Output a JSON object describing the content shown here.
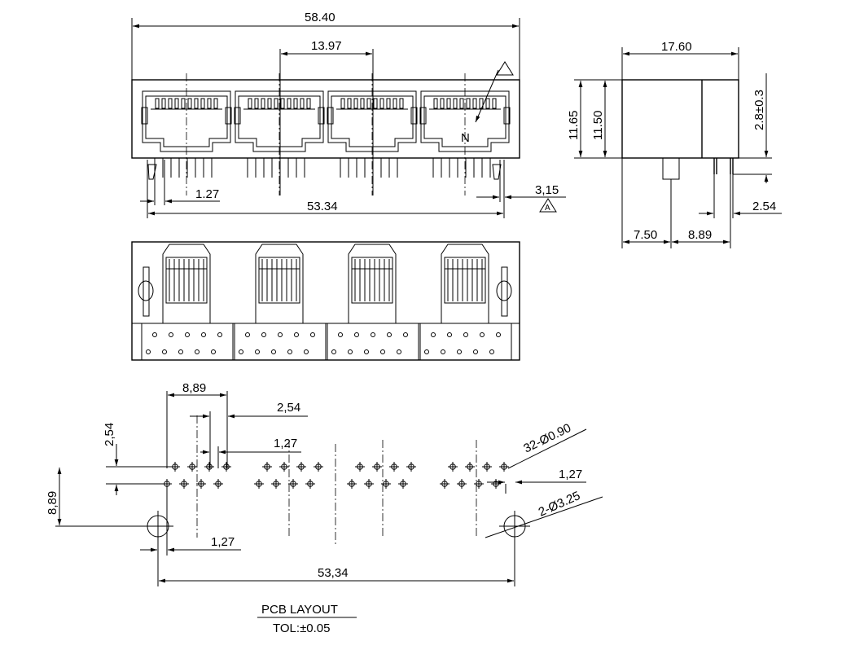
{
  "front_view": {
    "overall_width": "58.40",
    "port_pitch": "13.97",
    "pin_pitch": "1.27",
    "mount_span": "53.34",
    "offset": "3,15",
    "datum": "A",
    "pin1_label": "N"
  },
  "side_view": {
    "depth": "17.60",
    "height_total": "11.65",
    "height_body": "11.50",
    "top_offset": "2.8±0.3",
    "pin_spacing": "2.54",
    "post_offset": "7.50",
    "pin_row_offset": "8.89"
  },
  "pcb_layout": {
    "dim_row_span": "8,89",
    "dim_row_pitch": "2,54",
    "dim_pin_pitch_top": "1,27",
    "dim_vertical_pitch": "2,54",
    "dim_vertical_span": "8,89",
    "dim_post_offset": "1,27",
    "dim_post_span": "53,34",
    "dim_right_offset": "1,27",
    "hole_callout": "32-Ø0.90",
    "post_callout": "2-Ø3.25",
    "title": "PCB LAYOUT",
    "tolerance": "TOL:±0.05"
  }
}
